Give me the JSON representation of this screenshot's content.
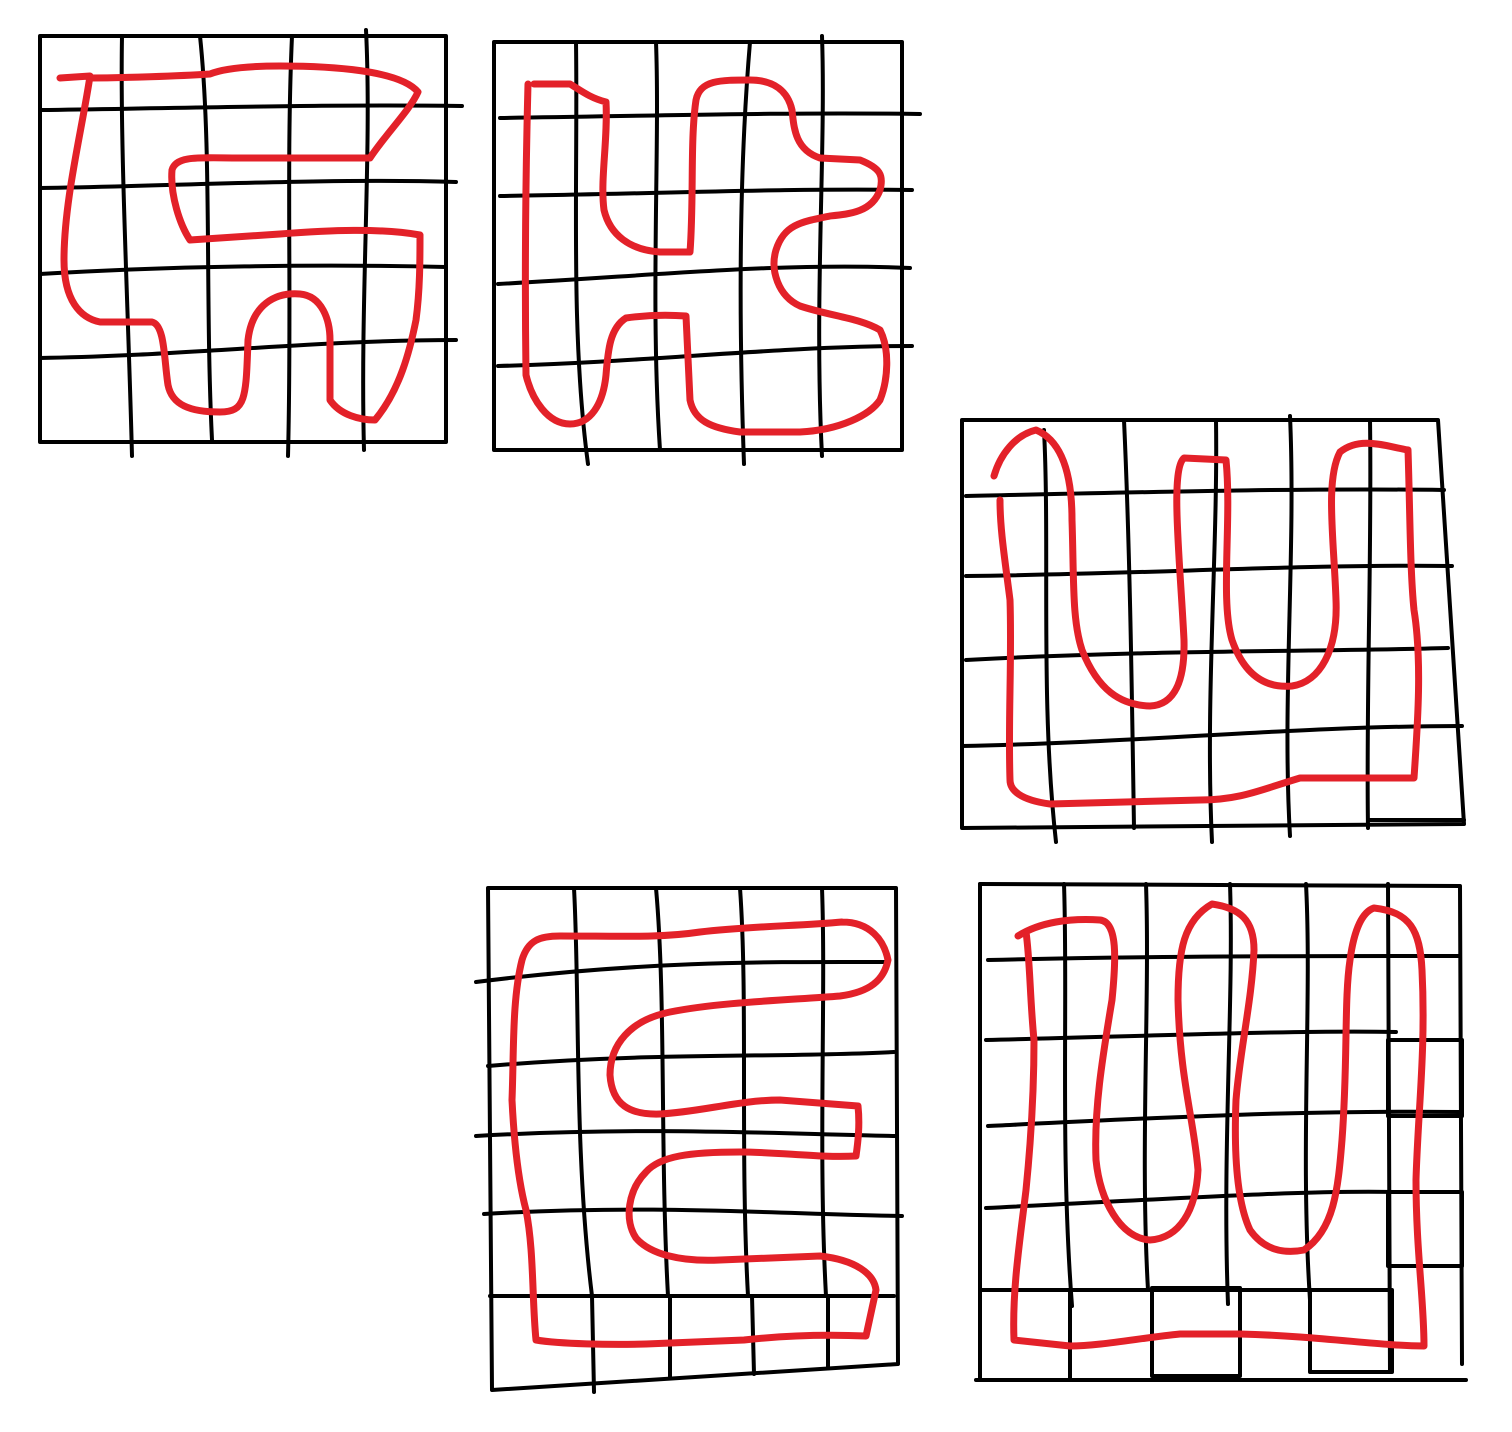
{
  "colors": {
    "background": "#ffffff",
    "grid_stroke": "#000000",
    "loop_stroke": "#e32129"
  },
  "figure": {
    "description_items": [
      {
        "id": "puzzle-1",
        "grid_cols": 5,
        "grid_rows": 5
      },
      {
        "id": "puzzle-2",
        "grid_cols": 5,
        "grid_rows": 5
      },
      {
        "id": "puzzle-3",
        "grid_cols": 6,
        "grid_rows": 5
      },
      {
        "id": "puzzle-4",
        "grid_cols": 5,
        "grid_rows": 6
      },
      {
        "id": "puzzle-5",
        "grid_cols": 6,
        "grid_rows": 6
      }
    ]
  }
}
